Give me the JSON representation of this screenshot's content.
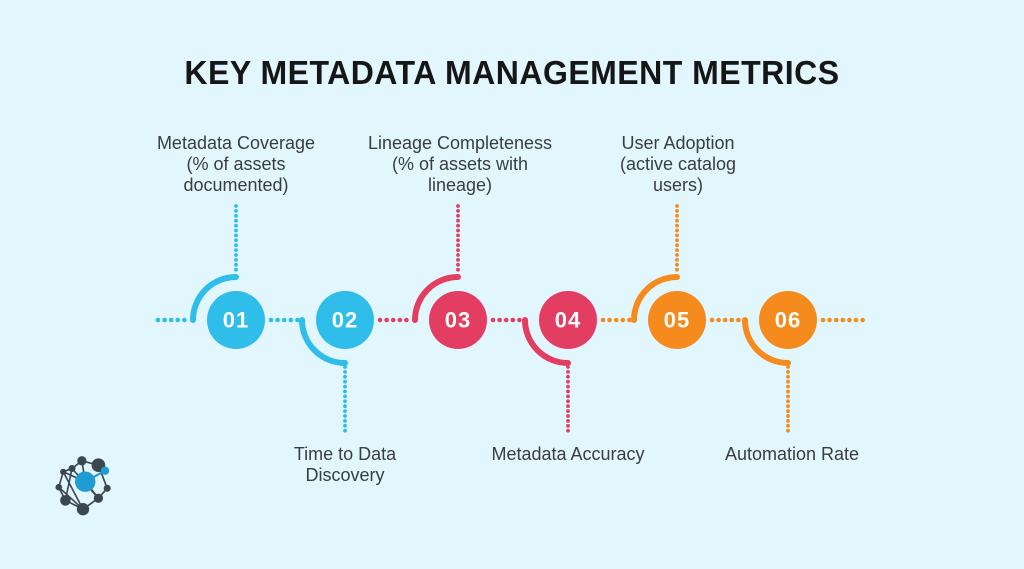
{
  "title": "KEY METADATA MANAGEMENT METRICS",
  "colors": {
    "background": "#e1f6fd",
    "cyan": "#2fbde9",
    "crimson": "#e33e62",
    "orange": "#f68b1d",
    "title_text": "#161616",
    "label_text": "#3a3d40",
    "number_text": "#ffffff",
    "logo_dark": "#3c4650",
    "logo_blue": "#1f9cd4"
  },
  "timeline": {
    "items": [
      {
        "number": "01",
        "color_key": "cyan",
        "direction": "up",
        "label": "Metadata Coverage\n(% of assets\ndocumented)"
      },
      {
        "number": "02",
        "color_key": "cyan",
        "direction": "down",
        "label": "Time to Data\nDiscovery"
      },
      {
        "number": "03",
        "color_key": "crimson",
        "direction": "up",
        "label": "Lineage Completeness\n(% of assets with\nlineage)"
      },
      {
        "number": "04",
        "color_key": "crimson",
        "direction": "down",
        "label": "Metadata Accuracy"
      },
      {
        "number": "05",
        "color_key": "orange",
        "direction": "up",
        "label": "User Adoption\n(active catalog\nusers)"
      },
      {
        "number": "06",
        "color_key": "orange",
        "direction": "down",
        "label": "Automation Rate"
      }
    ]
  },
  "logo": {
    "name": "network-graph-logo"
  }
}
